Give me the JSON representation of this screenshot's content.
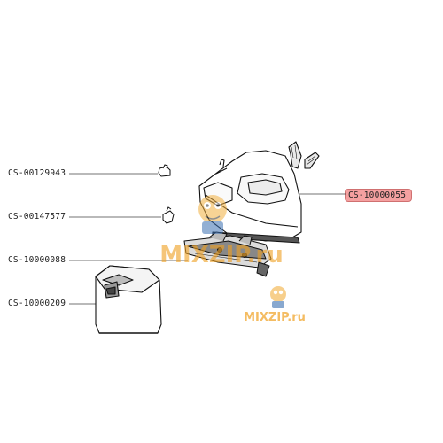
{
  "parts": [
    {
      "id": "CS-00129943",
      "highlighted": false
    },
    {
      "id": "CS-00147577",
      "highlighted": false
    },
    {
      "id": "CS-10000088",
      "highlighted": false
    },
    {
      "id": "CS-10000209",
      "highlighted": false
    },
    {
      "id": "CS-10000055",
      "highlighted": true
    }
  ],
  "watermark": {
    "text_large": "MIXZIP.ru",
    "text_small": "MIXZIP.ru"
  },
  "colors": {
    "highlight": "#f4a0a0",
    "watermark": "#f0a020",
    "line": "#333333"
  }
}
